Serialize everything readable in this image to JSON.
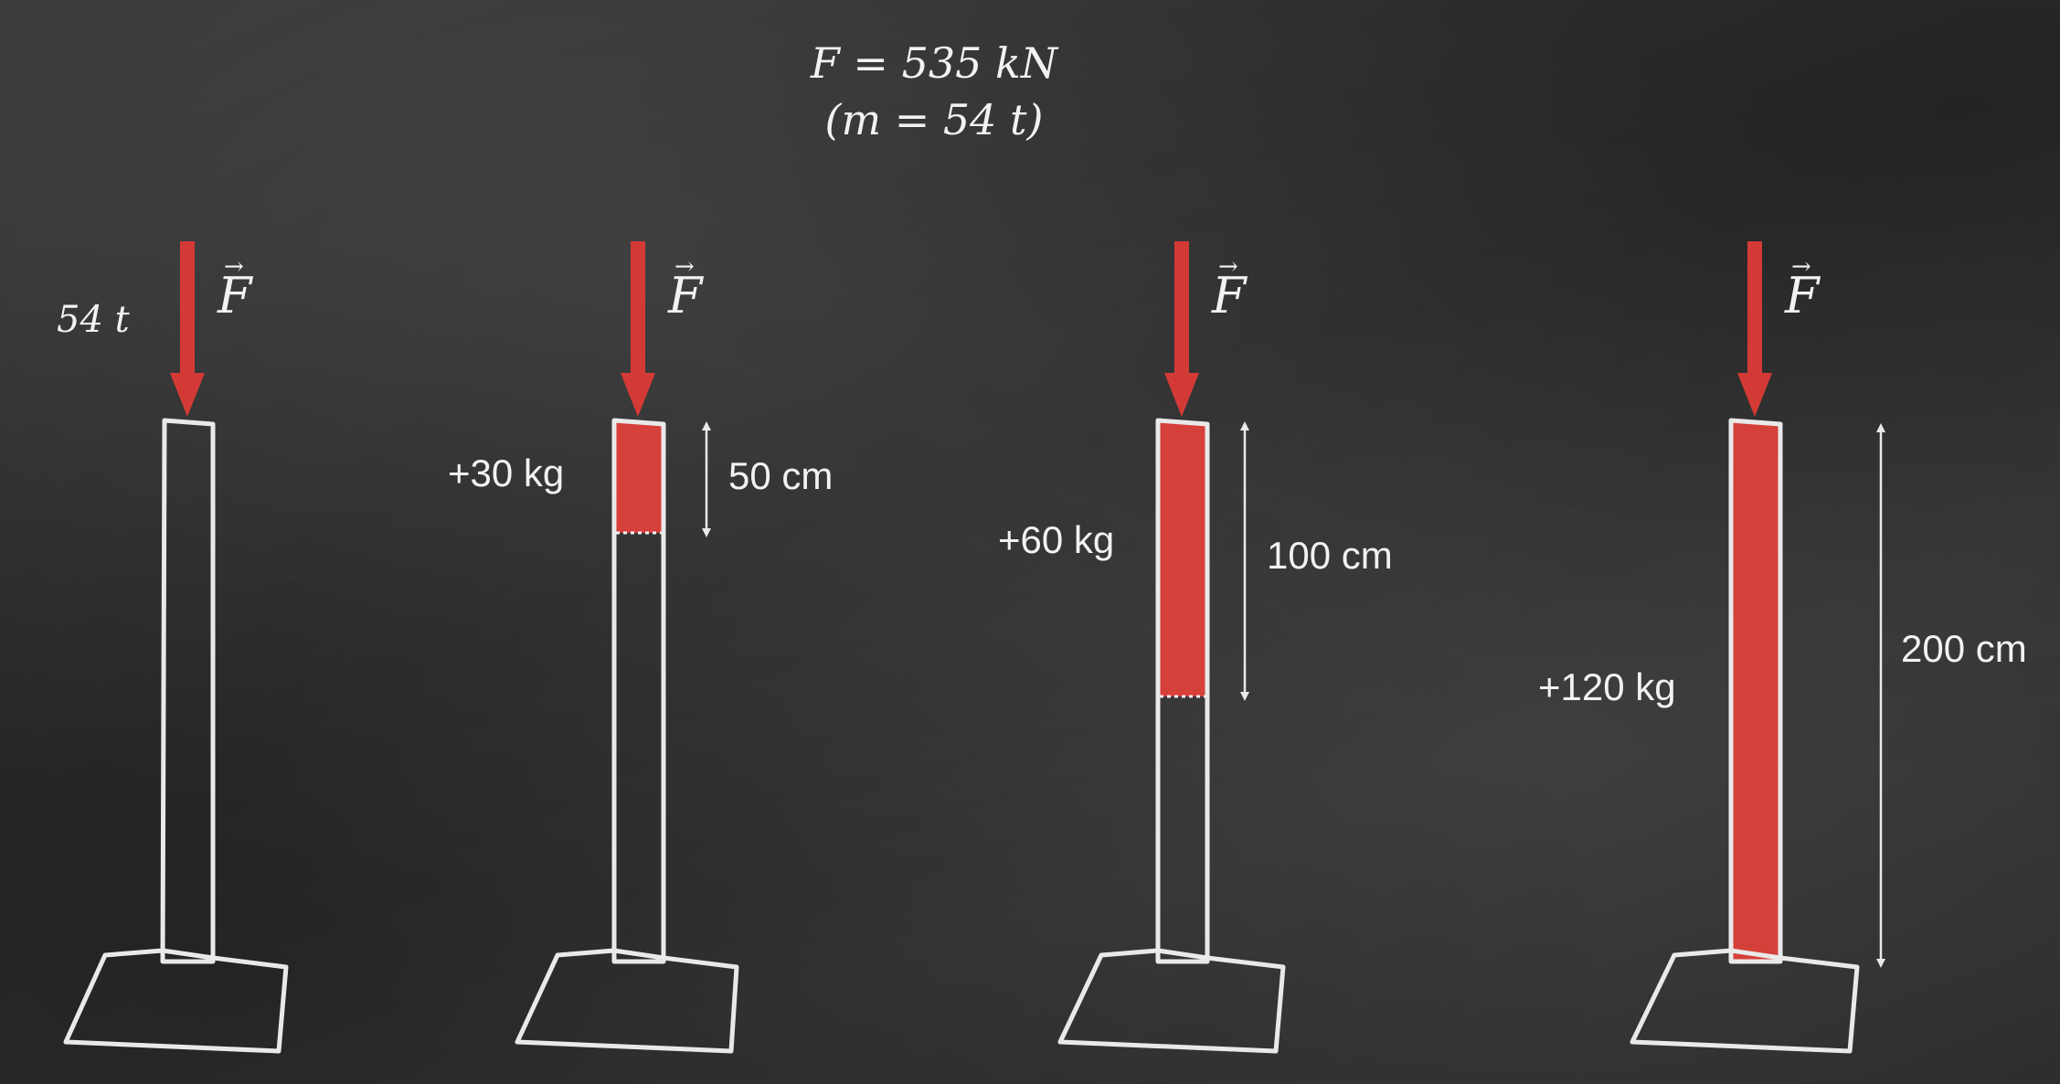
{
  "formula": {
    "force_line": "F =  535 kN",
    "mass_line": "(m = 54 t)"
  },
  "force_symbol": "F",
  "colors": {
    "arrow": "#d33a36",
    "fill": "#d6403a",
    "chalk": "#e9e9e9",
    "board": "#2f2f2f"
  },
  "columns": [
    {
      "mass_label": "54 t",
      "added_mass": "",
      "height_label": "",
      "fill_fraction": 0
    },
    {
      "mass_label": "",
      "added_mass": "+30 kg",
      "height_label": "50 cm",
      "fill_fraction": 0.2
    },
    {
      "mass_label": "",
      "added_mass": "+60 kg",
      "height_label": "100 cm",
      "fill_fraction": 0.5
    },
    {
      "mass_label": "",
      "added_mass": "+120 kg",
      "height_label": "200 cm",
      "fill_fraction": 1
    }
  ]
}
